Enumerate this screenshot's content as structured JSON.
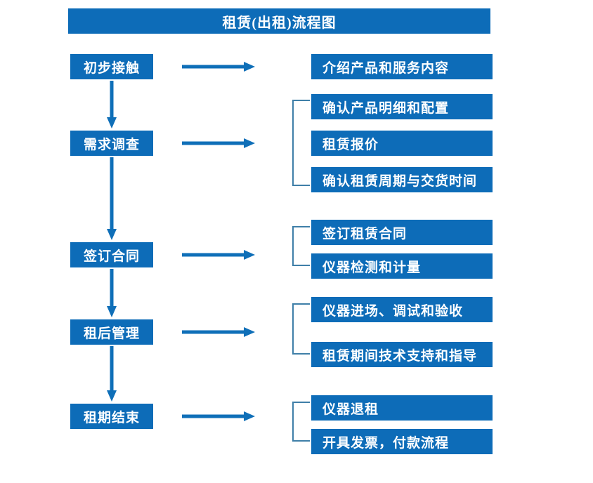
{
  "title": {
    "text": "租赁(出租)流程图"
  },
  "colors": {
    "box_fill": "#0D6CB8",
    "arrow": "#0F6FB8",
    "bracket": "#3F7FA8",
    "text": "#FFFFFF",
    "background": "#FFFFFF"
  },
  "stages": [
    {
      "label": "初步接触"
    },
    {
      "label": "需求调查"
    },
    {
      "label": "签订合同"
    },
    {
      "label": "租后管理"
    },
    {
      "label": "租期结束"
    }
  ],
  "details": {
    "group1": [
      {
        "label": "介绍产品和服务内容"
      }
    ],
    "group2": [
      {
        "label": "确认产品明细和配置"
      },
      {
        "label": "租赁报价"
      },
      {
        "label": "确认租赁周期与交货时间"
      }
    ],
    "group3": [
      {
        "label": "签订租赁合同"
      },
      {
        "label": "仪器检测和计量"
      }
    ],
    "group4": [
      {
        "label": "仪器进场、调试和验收"
      },
      {
        "label": "租赁期间技术支持和指导"
      }
    ],
    "group5": [
      {
        "label": "仪器退租"
      },
      {
        "label": "开具发票，付款流程"
      }
    ]
  }
}
